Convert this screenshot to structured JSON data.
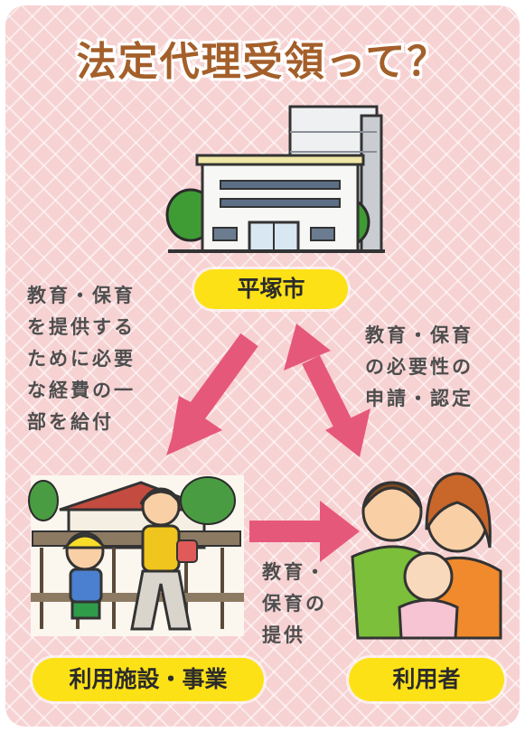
{
  "title": "法定代理受領って？",
  "nodes": {
    "city": "平塚市",
    "facility": "利用施設・事業",
    "user": "利用者"
  },
  "notes": {
    "left_top": [
      "教育・保育",
      "を提供する",
      "ために必要",
      "な経費の一",
      "部を給付"
    ],
    "right_top": [
      "教育・保育",
      "の必要性の",
      "申請・認定"
    ],
    "bottom": [
      "教育・",
      "保育の",
      "提供"
    ]
  },
  "colors": {
    "background": "#f7d2d3",
    "arrow": "#e6587a",
    "pill": "#fde117",
    "title": "#a45f2a"
  }
}
